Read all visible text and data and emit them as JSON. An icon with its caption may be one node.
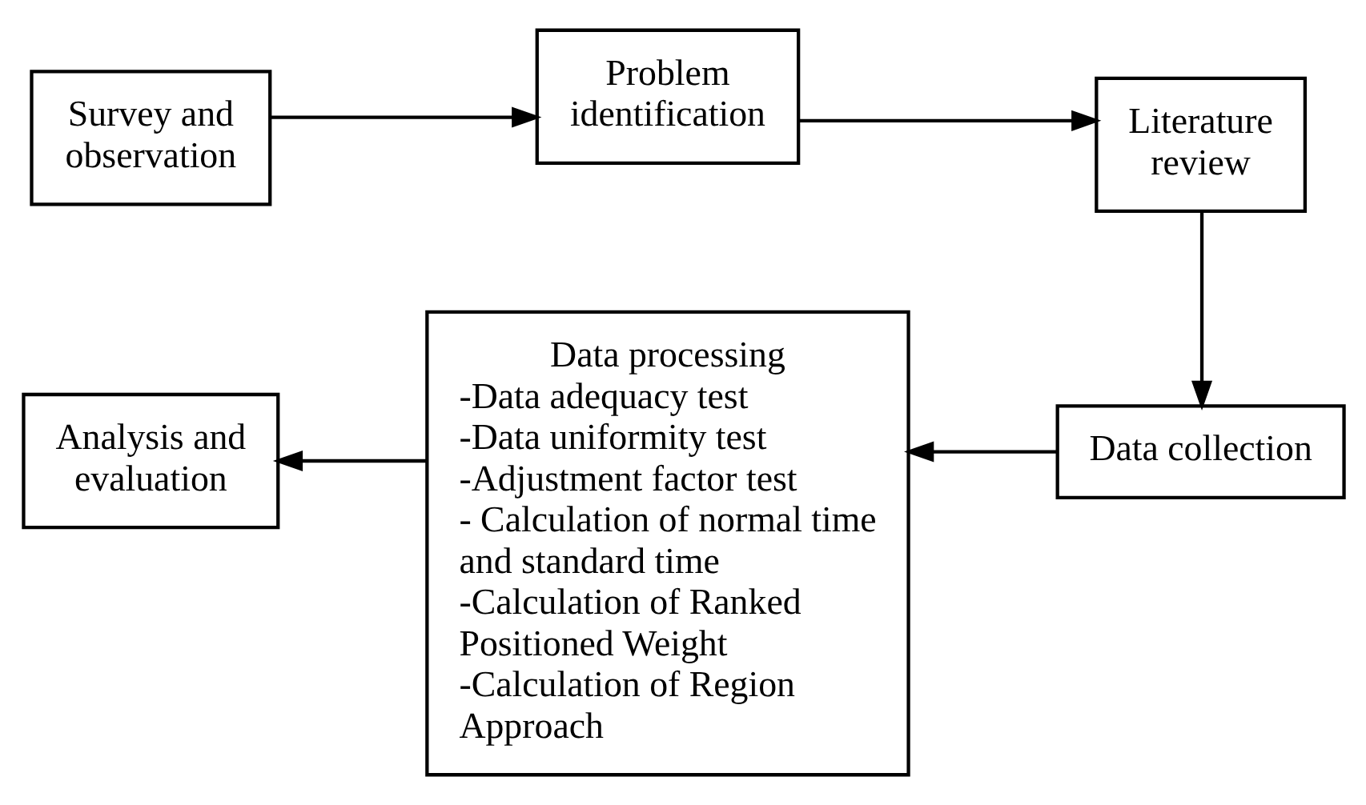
{
  "diagram": {
    "nodes": [
      {
        "text": [
          "Survey and observation"
        ]
      },
      {
        "text": [
          "Problem identification"
        ]
      },
      {
        "text": [
          "Literature review"
        ]
      },
      {
        "text": [
          "Data collection"
        ]
      },
      {
        "text": [
          "Data processing",
          "-Data adequacy test",
          "-Data uniformity test",
          "-Adjustment factor test",
          "- Calculation of normal time and standard time",
          "-Calculation of Ranked Positioned Weight",
          "-Calculation of Region Approach"
        ]
      },
      {
        "text": [
          "Analysis and evaluation"
        ]
      }
    ],
    "edges": [
      {
        "from": 0,
        "to": 1,
        "arrow": "to"
      },
      {
        "from": 1,
        "to": 2,
        "arrow": "to"
      },
      {
        "from": 2,
        "to": 3,
        "arrow": "to"
      },
      {
        "from": 3,
        "to": 4,
        "arrow": "to"
      },
      {
        "from": 4,
        "to": 5,
        "arrow": "to"
      }
    ]
  }
}
